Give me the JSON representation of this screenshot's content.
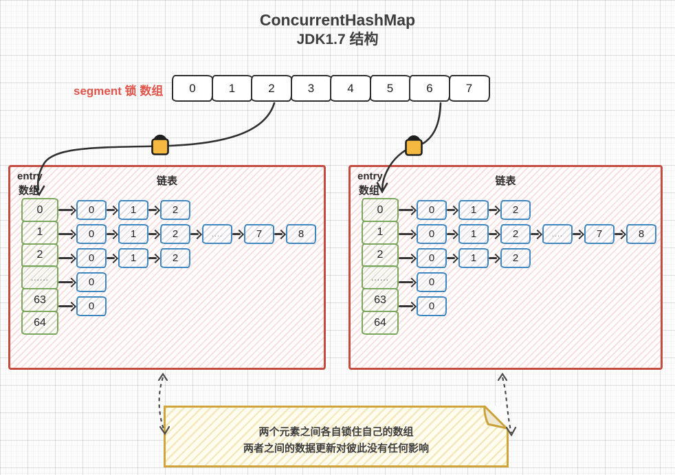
{
  "title": {
    "line1": "ConcurrentHashMap",
    "line2": "JDK1.7 结构"
  },
  "segment": {
    "label": "segment 锁 数组",
    "cells": [
      "0",
      "1",
      "2",
      "3",
      "4",
      "5",
      "6",
      "7"
    ]
  },
  "locks": [
    {
      "icon": "lock-icon",
      "position": "left"
    },
    {
      "icon": "lock-icon",
      "position": "right"
    }
  ],
  "panels": [
    {
      "entry_label_line1": "entry",
      "entry_label_line2": "数组",
      "list_label": "链表",
      "rows": [
        {
          "cell": "0",
          "nodes": [
            "0",
            "1",
            "2"
          ]
        },
        {
          "cell": "1",
          "nodes": [
            "0",
            "1",
            "2",
            "....",
            "7",
            "8"
          ]
        },
        {
          "cell": "2",
          "nodes": [
            "0",
            "1",
            "2"
          ]
        },
        {
          "cell": "......",
          "nodes": [
            "0"
          ]
        },
        {
          "cell": "63",
          "nodes": [
            "0"
          ]
        },
        {
          "cell": "64",
          "nodes": []
        }
      ]
    },
    {
      "entry_label_line1": "entry",
      "entry_label_line2": "数组",
      "list_label": "链表",
      "rows": [
        {
          "cell": "0",
          "nodes": [
            "0",
            "1",
            "2"
          ]
        },
        {
          "cell": "1",
          "nodes": [
            "0",
            "1",
            "2",
            "....",
            "7",
            "8"
          ]
        },
        {
          "cell": "2",
          "nodes": [
            "0",
            "1",
            "2"
          ]
        },
        {
          "cell": "......",
          "nodes": [
            "0"
          ]
        },
        {
          "cell": "63",
          "nodes": [
            "0"
          ]
        },
        {
          "cell": "64",
          "nodes": []
        }
      ]
    }
  ],
  "note": {
    "line1": "两个元素之间各自锁住自己的数组",
    "line2": "两者之间的数据更新对彼此没有任何影响"
  },
  "colors": {
    "panel_border_red": "#c44b3f",
    "entry_array_green": "#79a65b",
    "node_blue": "#3e86c0",
    "segment_label_red": "#e0544a",
    "lock_gold": "#f5b840",
    "note_gold": "#cfa43b",
    "connector_dark": "#2f2f2f"
  }
}
